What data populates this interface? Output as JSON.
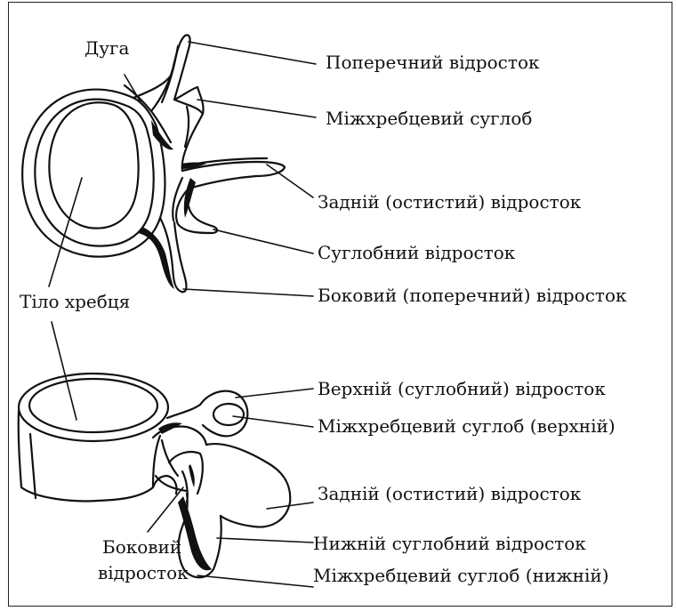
{
  "top_labels": {
    "arch": "Дуга",
    "transverse_process": "Поперечний відросток",
    "intervertebral_joint": "Міжхребцевий суглоб",
    "posterior_process": "Задній (остистий) відросток",
    "articular_process": "Суглобний відросток",
    "lateral_process": "Боковий (поперечний) відросток",
    "vertebral_body": "Тіло хребця"
  },
  "bottom_labels": {
    "upper_articular_process": "Верхній (суглобний) відросток",
    "intervertebral_joint_upper": "Міжхребцевий суглоб (верхній)",
    "posterior_process": "Задній (остистий) відросток",
    "lower_articular_process": "Нижній суглобний відросток",
    "intervertebral_joint_lower": "Міжхребцевий суглоб (нижній)",
    "lateral_process_line1": "Боковий",
    "lateral_process_line2": "відросток"
  }
}
